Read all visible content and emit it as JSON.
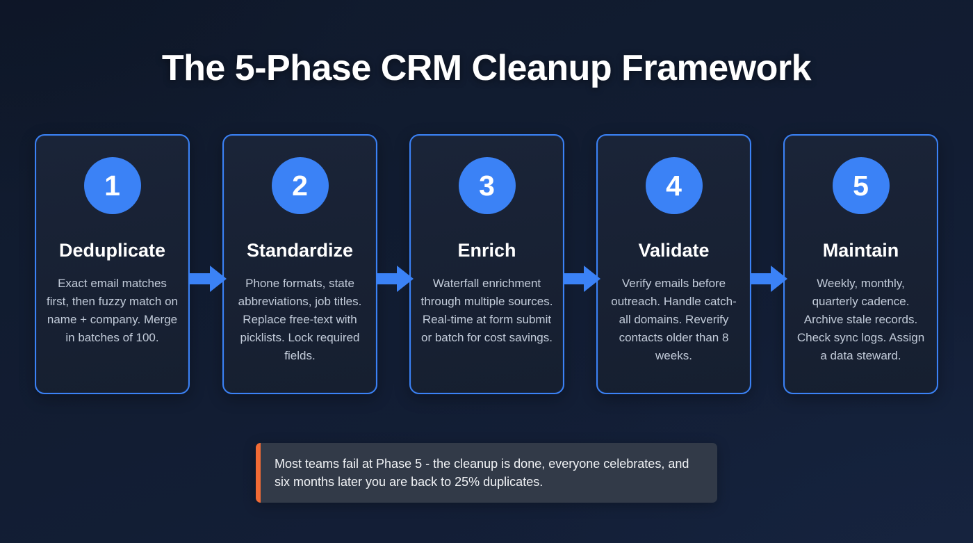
{
  "page": {
    "title": "The 5-Phase CRM Cleanup Framework",
    "accent_blue": "#3b82f6",
    "accent_orange": "#f26b35",
    "background": "#111b2e",
    "card_background": "#1a2438",
    "callout_background": "#323a48"
  },
  "phases": [
    {
      "number": "1",
      "title": "Deduplicate",
      "description": "Exact email matches first, then fuzzy match on name + company. Merge in batches of 100."
    },
    {
      "number": "2",
      "title": "Standardize",
      "description": "Phone formats, state abbreviations, job titles. Replace free-text with picklists. Lock required fields."
    },
    {
      "number": "3",
      "title": "Enrich",
      "description": "Waterfall enrichment through multiple sources. Real-time at form submit or batch for cost savings."
    },
    {
      "number": "4",
      "title": "Validate",
      "description": "Verify emails before outreach. Handle catch-all domains. Reverify contacts older than 8 weeks."
    },
    {
      "number": "5",
      "title": "Maintain",
      "description": "Weekly, monthly, quarterly cadence. Archive stale records. Check sync logs. Assign a data steward."
    }
  ],
  "callout": {
    "text": "Most teams fail at Phase 5 - the cleanup is done, everyone celebrates, and six months later you are back to 25% duplicates."
  }
}
